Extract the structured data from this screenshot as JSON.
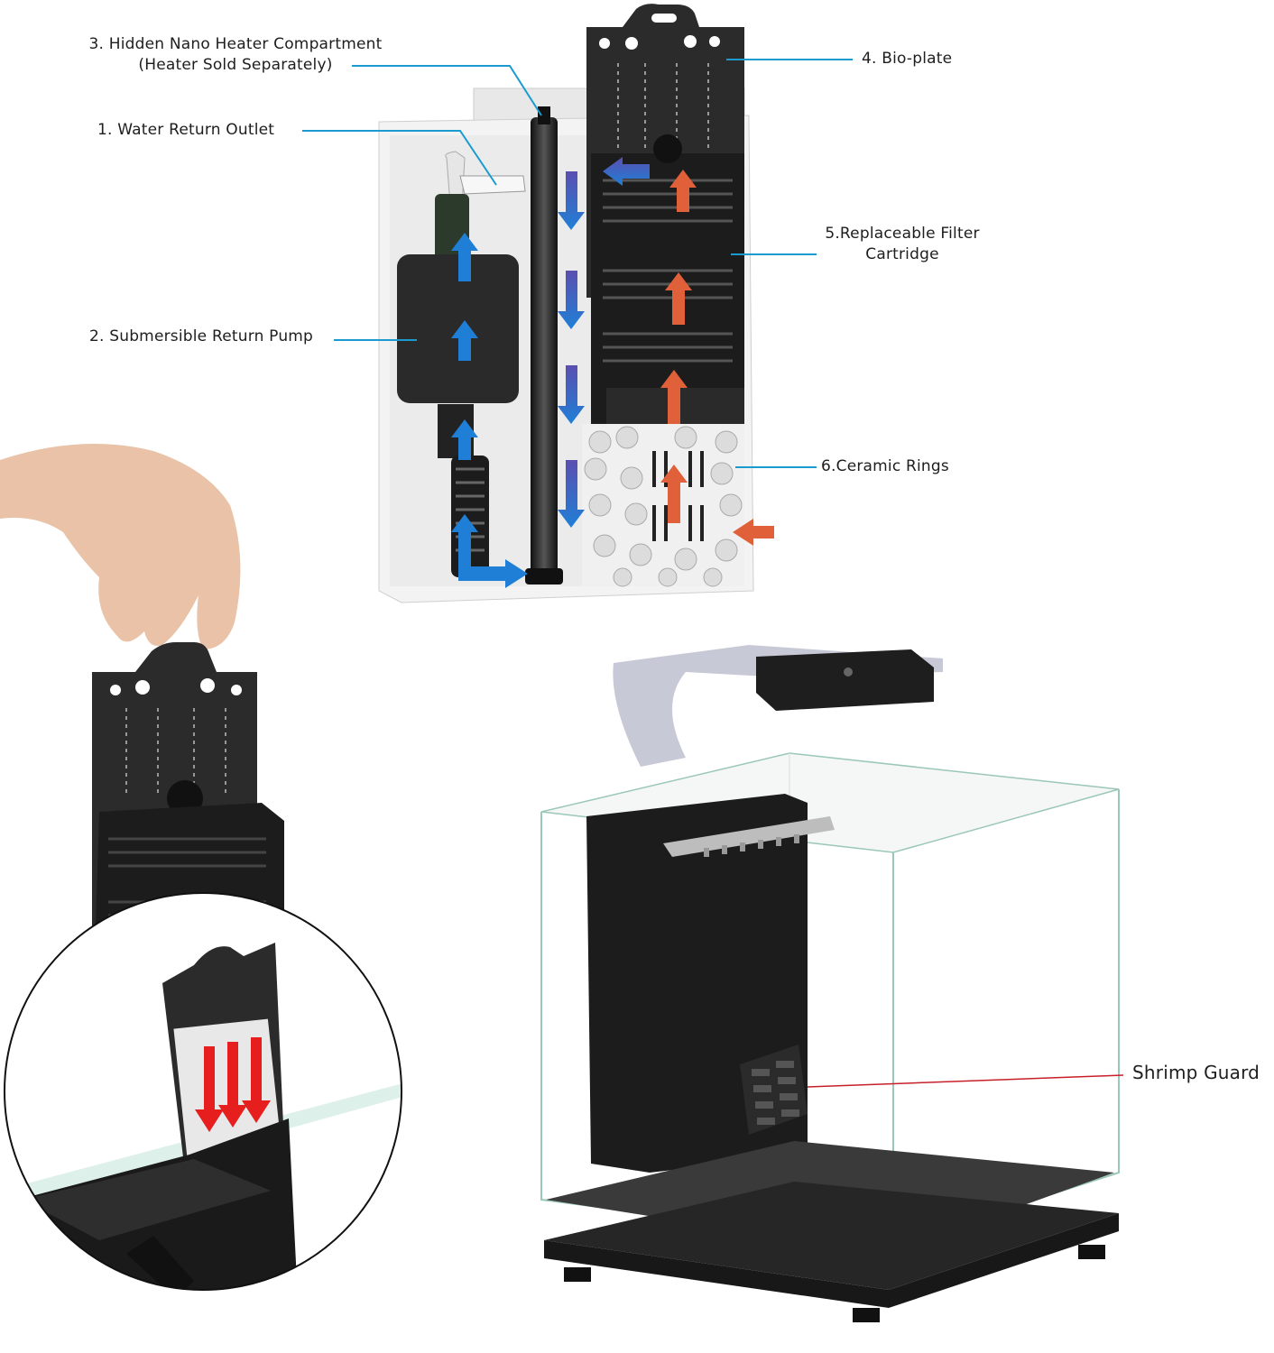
{
  "labels": {
    "heater_line1": "3. Hidden Nano Heater Compartment",
    "heater_line2": "(Heater Sold Separately)",
    "outlet": "1. Water Return Outlet",
    "pump": "2. Submersible Return Pump",
    "bioplate": "4. Bio-plate",
    "cartridge_line1": "5.Replaceable Filter",
    "cartridge_line2": "Cartridge",
    "ceramic": "6.Ceramic Rings",
    "shrimp_guard": "Shrimp Guard"
  },
  "colors": {
    "leader_line": "#1a9bd0",
    "shrimp_guard_line": "#c8202a",
    "flow_clean": "#1f7fd6",
    "flow_heat": "#e0603a",
    "flow_down": "#5a4fb0",
    "insert_arrows": "#e61e1e",
    "housing": "#f2f2f2",
    "plastic": "#2a2a2a"
  }
}
